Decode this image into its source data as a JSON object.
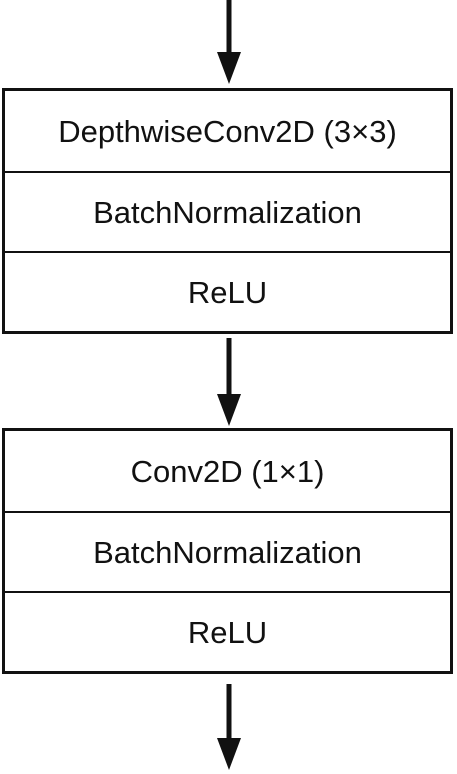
{
  "diagram": {
    "blocks": [
      {
        "layers": [
          {
            "label": "DepthwiseConv2D (3×3)"
          },
          {
            "label": "BatchNormalization"
          },
          {
            "label": "ReLU"
          }
        ]
      },
      {
        "layers": [
          {
            "label": "Conv2D (1×1)"
          },
          {
            "label": "BatchNormalization"
          },
          {
            "label": "ReLU"
          }
        ]
      }
    ],
    "colors": {
      "stroke": "#111111",
      "background": "#ffffff"
    }
  }
}
